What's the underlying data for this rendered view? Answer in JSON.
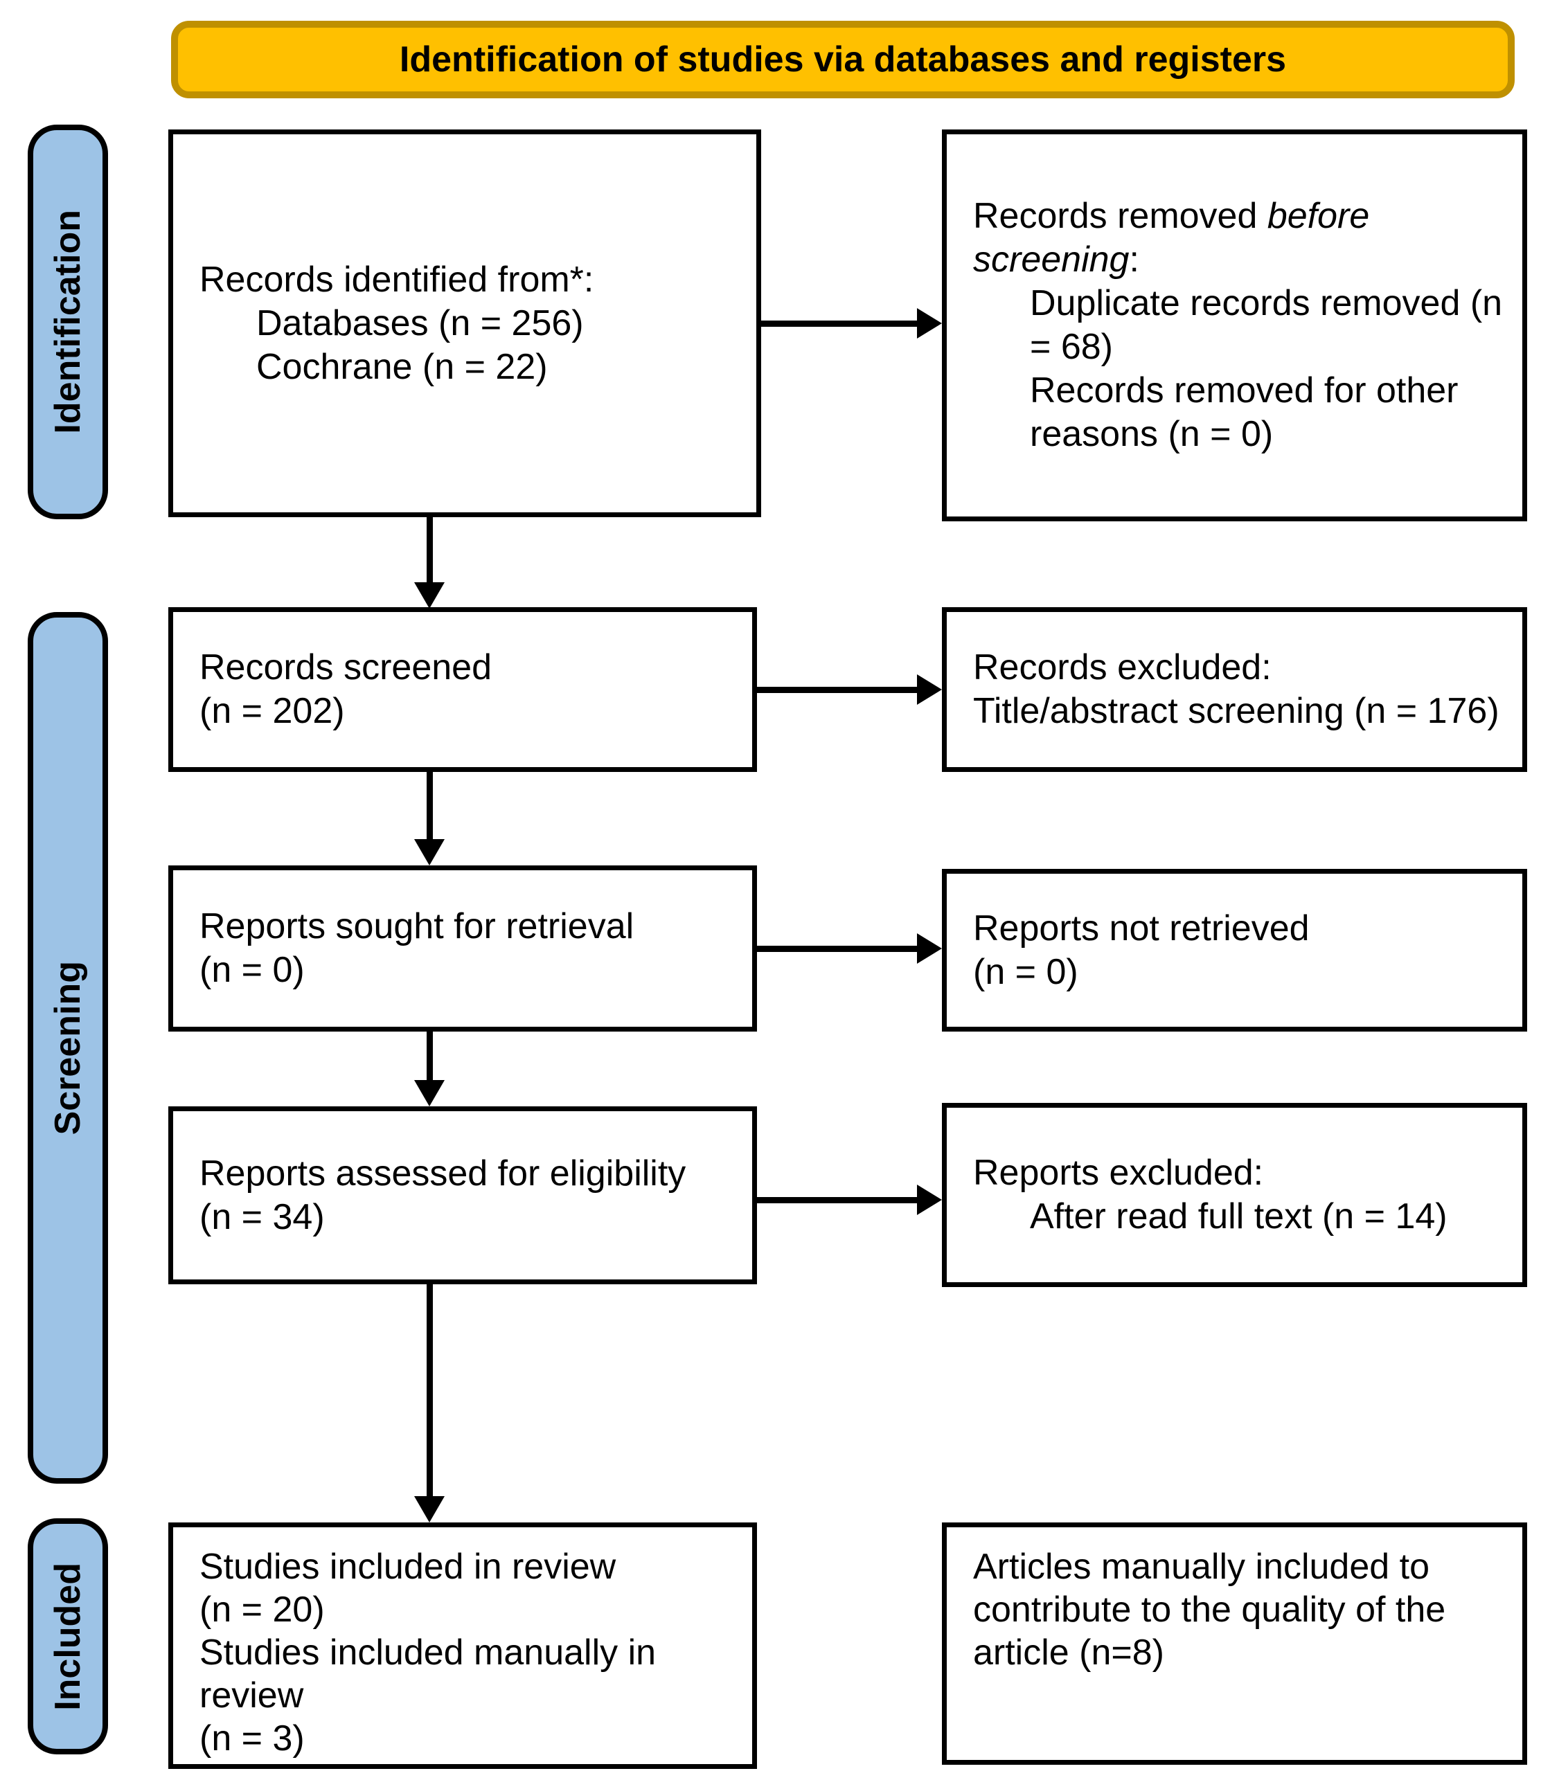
{
  "title": "Identification of studies via databases and registers",
  "colors": {
    "orange_fill": "#FFC000",
    "orange_border": "#BF9000",
    "blue_fill": "#9DC3E6",
    "line_black": "#000000"
  },
  "stages": {
    "identification": "Identification",
    "screening": "Screening",
    "included": "Included"
  },
  "boxes": {
    "records_identified": {
      "l1": "Records identified from*:",
      "l2": "Databases (n = 256)",
      "l3": "Cochrane (n = 22)"
    },
    "records_removed": {
      "l1a": "Records removed ",
      "l1b": "before",
      "l2a": "screening",
      "l2b": ":",
      "l3": "Duplicate records removed (n",
      "l4": "= 68)",
      "l5": "Records removed for other",
      "l6": "reasons (n = 0)"
    },
    "records_screened": {
      "l1": "Records screened",
      "l2": "(n = 202)"
    },
    "records_excluded": {
      "l1": "Records excluded:",
      "l2": "Title/abstract screening (n = 176)"
    },
    "reports_sought": {
      "l1": "Reports sought for retrieval",
      "l2": "(n = 0)"
    },
    "reports_not_retrieved": {
      "l1": "Reports not retrieved",
      "l2": "(n = 0)"
    },
    "reports_assessed": {
      "l1": "Reports assessed for eligibility",
      "l2": "(n = 34)"
    },
    "reports_excluded": {
      "l1": "Reports excluded:",
      "l2": "After read full text (n = 14)"
    },
    "studies_included": {
      "l1": "Studies included in review",
      "l2": "(n = 20)",
      "l3": "Studies included manually in",
      "l4": "review",
      "l5": "(n = 3)"
    },
    "articles_manual": {
      "l1": "Articles manually included to",
      "l2": "contribute to the quality of the",
      "l3": "article (n=8)"
    }
  }
}
